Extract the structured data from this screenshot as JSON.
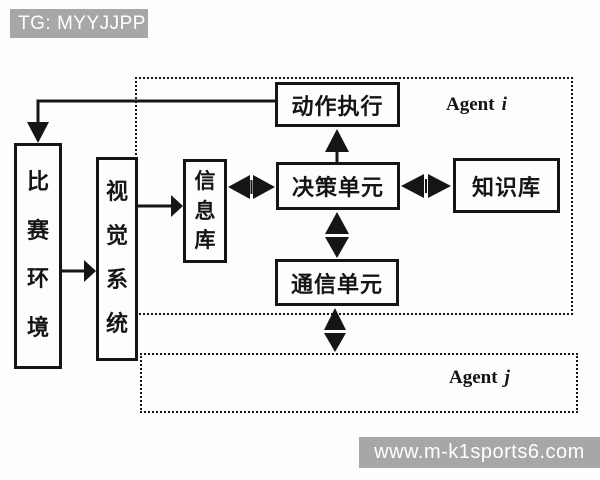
{
  "colors": {
    "ink": "#151515",
    "badge_bg": "#a7a7a7",
    "badge_text": "#ffffff"
  },
  "badges": {
    "tg": "TG: MYYJJPP",
    "watermark": "www.m-k1sports6.com"
  },
  "diagram": {
    "agent_i": {
      "word": "Agent",
      "index": "i"
    },
    "agent_j": {
      "word": "Agent",
      "index": "j"
    },
    "boxes": {
      "environment": "比赛环境",
      "vision": "视觉系统",
      "info_base": "信息库",
      "action_exec": "动作执行",
      "decision": "决策单元",
      "knowledge": "知识库",
      "communication": "通信单元"
    }
  }
}
